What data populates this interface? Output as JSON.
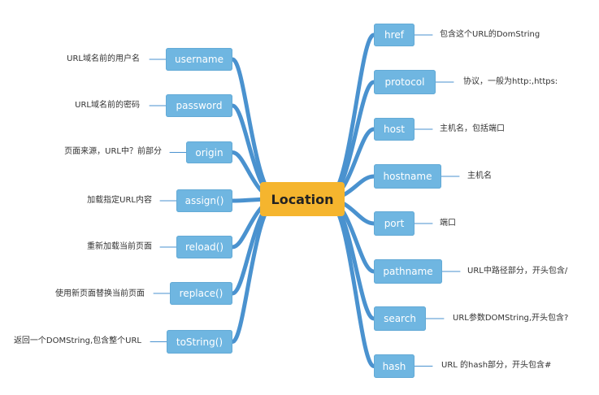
{
  "center": "Location",
  "left": [
    {
      "label": "username",
      "desc": "URL域名前的用户名"
    },
    {
      "label": "password",
      "desc": "URL域名前的密码"
    },
    {
      "label": "origin",
      "desc": "页面来源，URL中？前部分"
    },
    {
      "label": "assign()",
      "desc": "加载指定URL内容"
    },
    {
      "label": "reload()",
      "desc": "重新加载当前页面"
    },
    {
      "label": "replace()",
      "desc": "使用新页面替换当前页面"
    },
    {
      "label": "toString()",
      "desc": "返回一个DOMString,包含整个URL"
    }
  ],
  "right": [
    {
      "label": "href",
      "desc": "包含这个URL的DomString"
    },
    {
      "label": "protocol",
      "desc": "协议，一般为http:,https:"
    },
    {
      "label": "host",
      "desc": "主机名，包括端口"
    },
    {
      "label": "hostname",
      "desc": "主机名"
    },
    {
      "label": "port",
      "desc": "端口"
    },
    {
      "label": "pathname",
      "desc": "URL中路径部分，开头包含/"
    },
    {
      "label": "search",
      "desc": "URL参数DOMString,开头包含?"
    },
    {
      "label": "hash",
      "desc": "URL 的hash部分，开头包含#"
    }
  ],
  "colors": {
    "node": "#6fb6e1",
    "edge": "#4a92cf",
    "center": "#f5b52e"
  }
}
